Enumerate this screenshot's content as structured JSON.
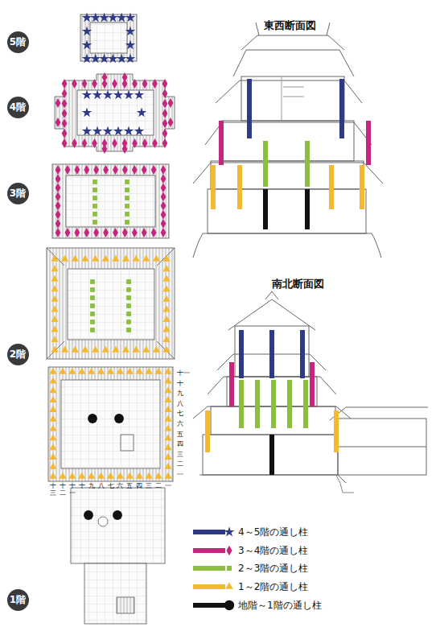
{
  "diagram": {
    "nodes": [
      {
        "text": [
          "5階"
        ]
      },
      {
        "text": [
          "4階"
        ]
      },
      {
        "text": [
          "3階"
        ]
      },
      {
        "text": [
          "2階"
        ]
      },
      {
        "text": [
          "1階"
        ]
      }
    ],
    "labels": [
      "東西断面図",
      "南北断面図",
      "十一",
      "十",
      "九",
      "八",
      "七",
      "六",
      "五",
      "四",
      "三",
      "二",
      "一",
      "十三",
      "十二",
      "十一",
      "十",
      "九",
      "八",
      "七",
      "六",
      "五",
      "四",
      "三",
      "二",
      "一"
    ],
    "legend": [
      {
        "text": "4～5階の通し柱",
        "color": "#2e3a87"
      },
      {
        "text": "3～4階の通し柱",
        "color": "#c4267e"
      },
      {
        "text": "2～3階の通し柱",
        "color": "#8cbf3f"
      },
      {
        "text": "1～2階の通し柱",
        "color": "#f4b92f"
      },
      {
        "text": "地階～1階の通し柱",
        "color": "#111111"
      }
    ]
  }
}
